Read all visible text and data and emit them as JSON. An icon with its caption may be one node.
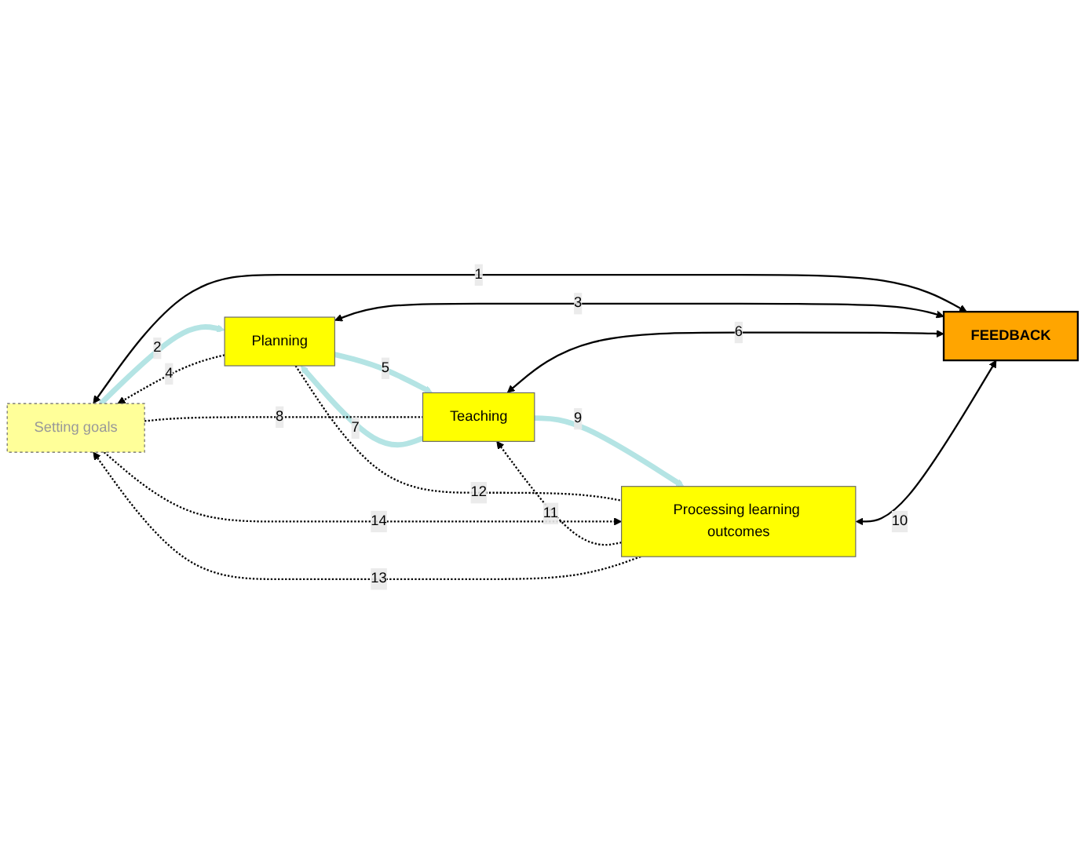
{
  "diagram": {
    "nodes": [
      {
        "text": [
          "Setting goals"
        ]
      },
      {
        "text": [
          "Planning"
        ]
      },
      {
        "text": [
          "FEEDBACK"
        ]
      },
      {
        "text": [
          "Teaching"
        ]
      },
      {
        "text": [
          "Processing learning outcomes"
        ]
      }
    ],
    "edges": [
      {
        "from": 0,
        "to": 2,
        "arrow": "both",
        "label": "1"
      },
      {
        "from": 0,
        "to": 1,
        "arrow": "to",
        "label": "2",
        "style": "thick",
        "color": "#b4e4e4"
      },
      {
        "from": 1,
        "to": 2,
        "arrow": "both",
        "label": "3"
      },
      {
        "from": 1,
        "to": 0,
        "arrow": "to",
        "label": "4",
        "style": "dashed"
      },
      {
        "from": 1,
        "to": 3,
        "arrow": "to",
        "label": "5",
        "style": "thick",
        "color": "#b4e4e4"
      },
      {
        "from": 3,
        "to": 2,
        "arrow": "both",
        "label": "6"
      },
      {
        "from": 3,
        "to": 1,
        "arrow": "to",
        "label": "7",
        "style": "thick",
        "color": "#b4e4e4"
      },
      {
        "from": 0,
        "to": 3,
        "arrow": "none",
        "label": "8",
        "style": "dashed"
      },
      {
        "from": 3,
        "to": 4,
        "arrow": "to",
        "label": "9",
        "style": "thick",
        "color": "#b4e4e4"
      },
      {
        "from": 4,
        "to": 2,
        "arrow": "both",
        "label": "10"
      },
      {
        "from": 4,
        "to": 3,
        "arrow": "to",
        "label": "11",
        "style": "dashed"
      },
      {
        "from": 1,
        "to": 4,
        "arrow": "none",
        "label": "12",
        "style": "dashed"
      },
      {
        "from": 4,
        "to": 0,
        "arrow": "to",
        "label": "13",
        "style": "dashed"
      },
      {
        "from": 0,
        "to": 4,
        "arrow": "to",
        "label": "14",
        "style": "dashed"
      }
    ]
  }
}
